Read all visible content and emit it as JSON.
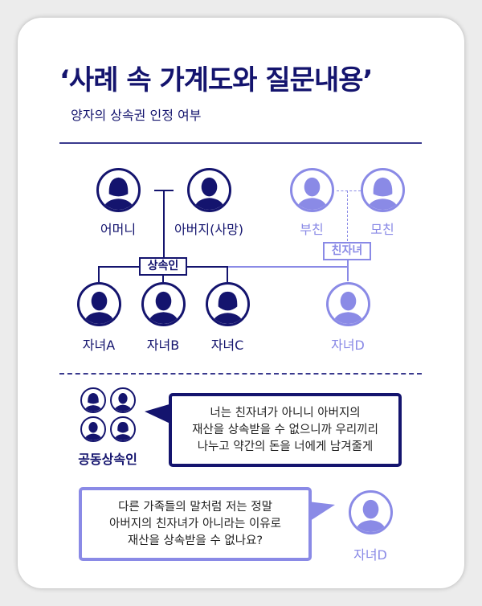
{
  "title": "‘사례 속 가계도와 질문내용’",
  "subtitle": "양자의 상속권 인정 여부",
  "colors": {
    "primary": "#14146e",
    "secondary": "#8a8ae6"
  },
  "family": {
    "mother": "어머니",
    "father": "아버지(사망)",
    "bio_father": "부친",
    "bio_mother": "모친",
    "heirs_tag": "상속인",
    "bio_child_tag": "친자녀",
    "children": [
      "자녀A",
      "자녀B",
      "자녀C",
      "자녀D"
    ]
  },
  "dialogue": {
    "co_heirs_label": "공동상속인",
    "co_heirs_lines": [
      "너는 친자녀가 아니니 아버지의",
      "재산을 상속받을 수 없으니까 우리끼리",
      "나누고 약간의 돈을 너에게 남겨줄게"
    ],
    "child_d_label": "자녀D",
    "child_d_lines": [
      "다른 가족들의 말처럼 저는 정말",
      "아버지의 친자녀가 아니라는 이유로",
      "재산을 상속받을 수 없나요?"
    ]
  }
}
